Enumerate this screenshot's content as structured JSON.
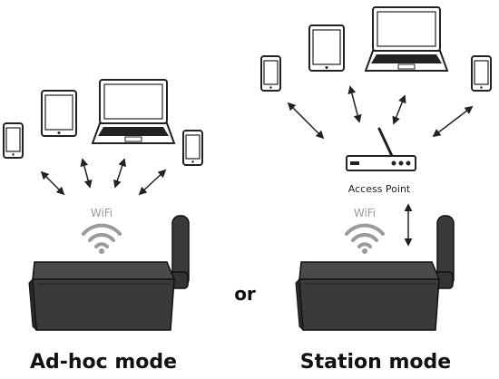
{
  "panels": [
    {
      "caption": "Ad-hoc mode",
      "wifi_label": "WiFi",
      "clients": [
        "smartphone",
        "tablet",
        "laptop",
        "smartphone"
      ]
    },
    {
      "caption": "Station mode",
      "wifi_label": "WiFi",
      "access_point_label": "Access Point",
      "clients": [
        "smartphone",
        "tablet",
        "laptop",
        "smartphone"
      ]
    }
  ],
  "separator": "or",
  "colors": {
    "device_body": "#3a3a3a",
    "device_top": "#4a4a4a",
    "device_side": "#2a2a2a",
    "wifi_gray": "#9a9a9a",
    "line": "#222222",
    "screen_white": "#ffffff"
  },
  "icons": [
    "smartphone-icon",
    "tablet-icon",
    "laptop-icon",
    "router-icon",
    "wifi-icon",
    "antenna-icon",
    "double-arrow-icon"
  ]
}
